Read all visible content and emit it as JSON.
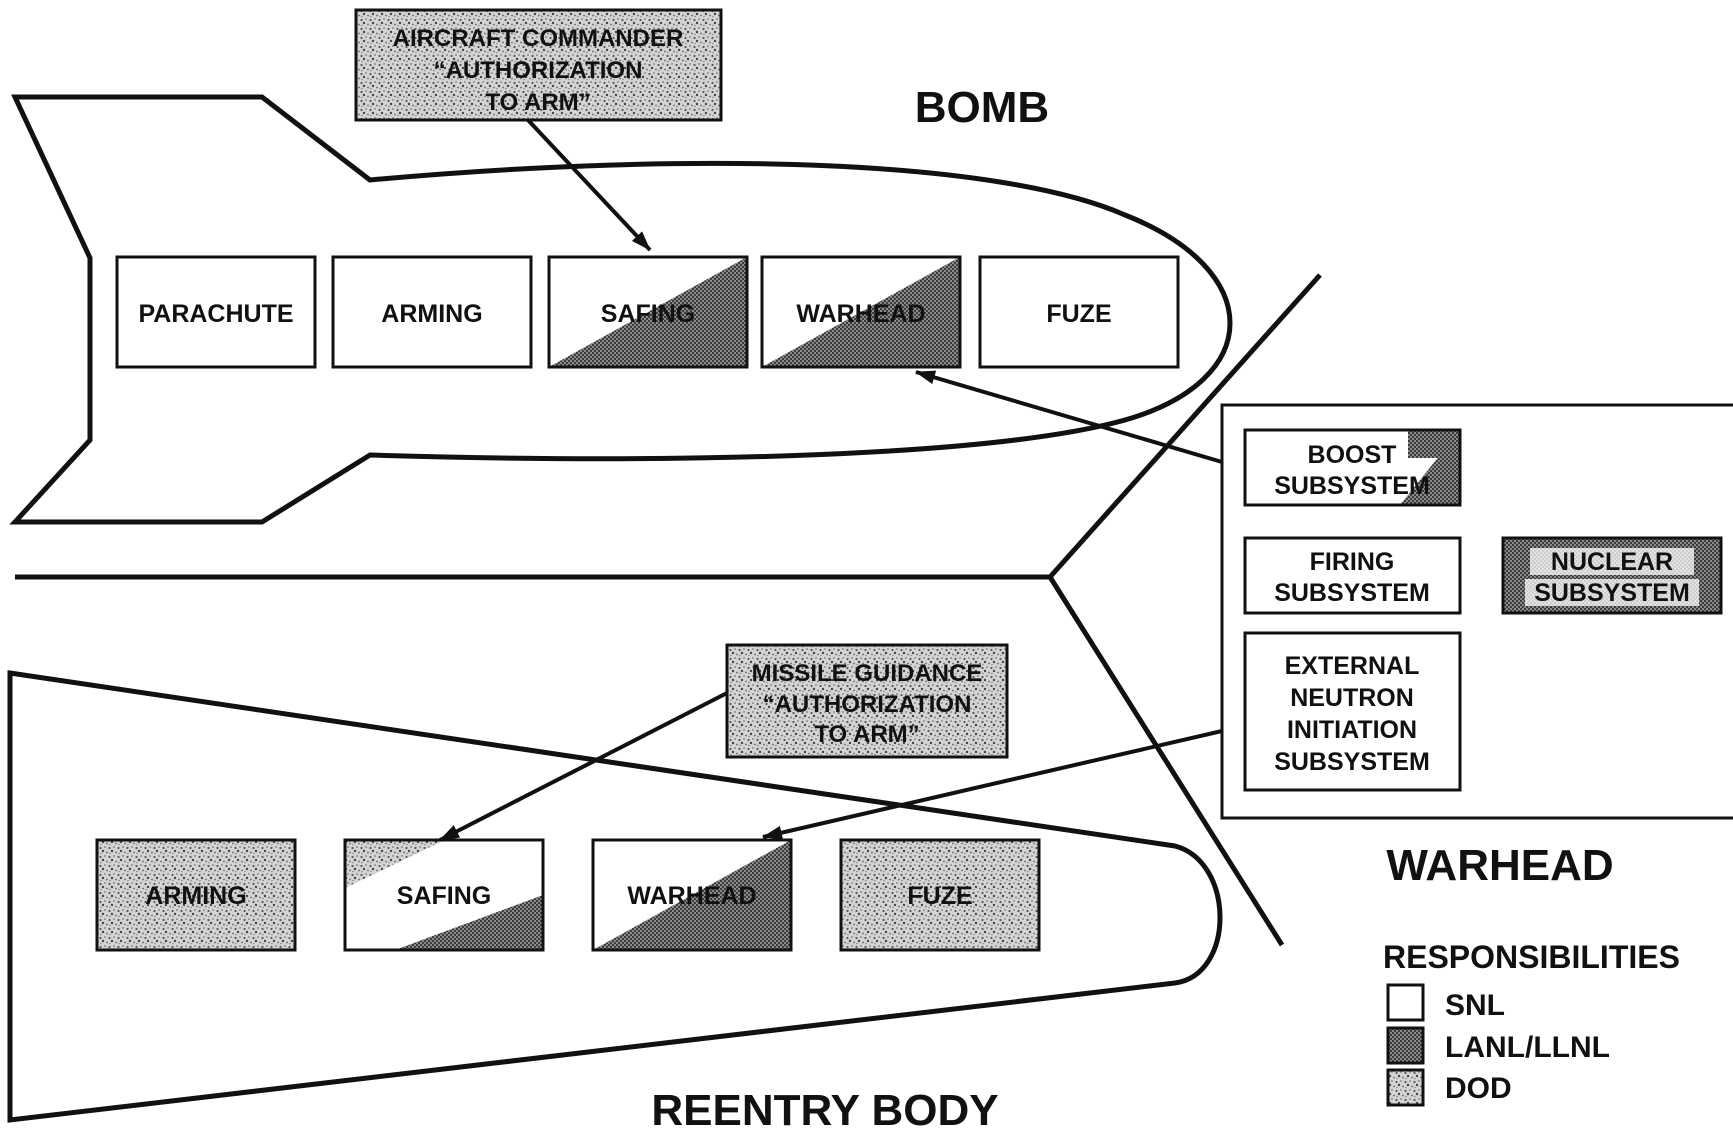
{
  "colors": {
    "snl": "#ffffff",
    "lanl_llnl": "#555555",
    "dod": "#b8b8b8",
    "ink": "#111111"
  },
  "bomb": {
    "title": "BOMB",
    "callout": [
      "AIRCRAFT COMMANDER",
      "“AUTHORIZATION",
      "TO ARM”"
    ],
    "boxes": [
      {
        "label": "PARACHUTE",
        "fill": "snl"
      },
      {
        "label": "ARMING",
        "fill": "snl"
      },
      {
        "label": "SAFING",
        "fill": "split-snl-lanl"
      },
      {
        "label": "WARHEAD",
        "fill": "split-snl-lanl"
      },
      {
        "label": "FUZE",
        "fill": "snl"
      }
    ]
  },
  "reentry": {
    "title": "REENTRY BODY",
    "callout": [
      "MISSILE GUIDANCE",
      "“AUTHORIZATION",
      "TO ARM”"
    ],
    "boxes": [
      {
        "label": "ARMING",
        "fill": "dod"
      },
      {
        "label": "SAFING",
        "fill": "tri-dod-snl-lanl"
      },
      {
        "label": "WARHEAD",
        "fill": "split-snl-lanl"
      },
      {
        "label": "FUZE",
        "fill": "dod"
      }
    ]
  },
  "warhead": {
    "title": "WARHEAD",
    "boost": [
      "BOOST",
      "SUBSYSTEM"
    ],
    "firing": [
      "FIRING",
      "SUBSYSTEM"
    ],
    "nuclear": [
      "NUCLEAR",
      "SUBSYSTEM"
    ],
    "external": [
      "EXTERNAL",
      "NEUTRON",
      "INITIATION",
      "SUBSYSTEM"
    ]
  },
  "legend": {
    "title": "RESPONSIBILITIES",
    "items": [
      {
        "label": "SNL",
        "fill": "snl"
      },
      {
        "label": "LANL/LLNL",
        "fill": "lanl_llnl"
      },
      {
        "label": "DOD",
        "fill": "dod"
      }
    ]
  }
}
